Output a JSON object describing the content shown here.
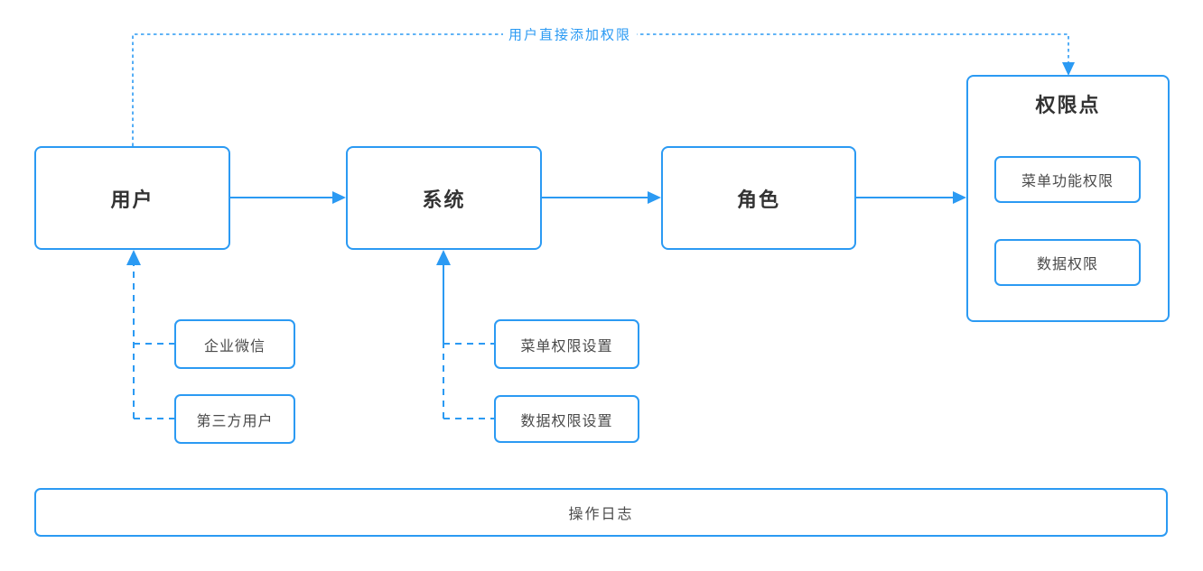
{
  "diagram": {
    "top_flow_label": "用户直接添加权限",
    "nodes": {
      "user": "用户",
      "system": "系统",
      "role": "角色",
      "permission_point": "权限点",
      "menu_function_permission": "菜单功能权限",
      "data_permission": "数据权限",
      "enterprise_wechat": "企业微信",
      "third_party_user": "第三方用户",
      "menu_permission_setting": "菜单权限设置",
      "data_permission_setting": "数据权限设置",
      "operation_log": "操作日志"
    },
    "colors": {
      "accent": "#2b9af3",
      "text_primary": "#333333",
      "text_secondary": "#4a4a4a"
    }
  }
}
